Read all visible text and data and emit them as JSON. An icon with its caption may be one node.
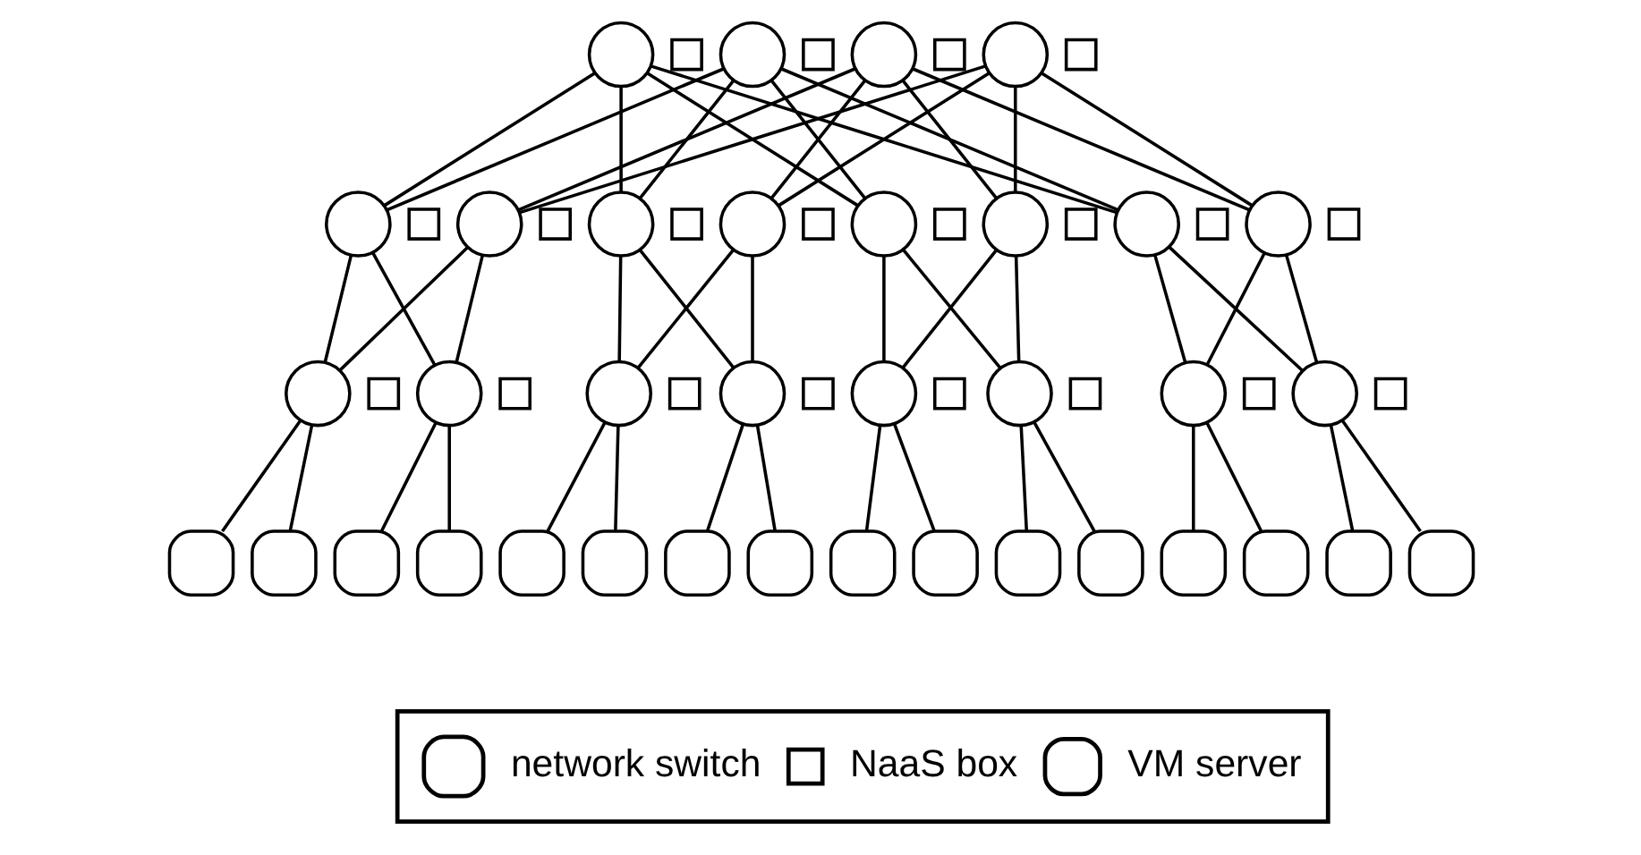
{
  "diagram": {
    "nodes": [
      {
        "text": [],
        "shape": "circle"
      },
      {
        "text": [],
        "shape": "square"
      },
      {
        "text": [],
        "shape": "circle"
      },
      {
        "text": [],
        "shape": "square"
      },
      {
        "text": [],
        "shape": "circle"
      },
      {
        "text": [],
        "shape": "square"
      },
      {
        "text": [],
        "shape": "circle"
      },
      {
        "text": [],
        "shape": "square"
      },
      {
        "text": [],
        "shape": "circle"
      },
      {
        "text": [],
        "shape": "square"
      },
      {
        "text": [],
        "shape": "circle"
      },
      {
        "text": [],
        "shape": "square"
      },
      {
        "text": [],
        "shape": "circle"
      },
      {
        "text": [],
        "shape": "square"
      },
      {
        "text": [],
        "shape": "circle"
      },
      {
        "text": [],
        "shape": "square"
      },
      {
        "text": [],
        "shape": "circle"
      },
      {
        "text": [],
        "shape": "square"
      },
      {
        "text": [],
        "shape": "circle"
      },
      {
        "text": [],
        "shape": "square"
      },
      {
        "text": [],
        "shape": "circle"
      },
      {
        "text": [],
        "shape": "square"
      },
      {
        "text": [],
        "shape": "circle"
      },
      {
        "text": [],
        "shape": "square"
      },
      {
        "text": [],
        "shape": "circle"
      },
      {
        "text": [],
        "shape": "square"
      },
      {
        "text": [],
        "shape": "circle"
      },
      {
        "text": [],
        "shape": "square"
      },
      {
        "text": [],
        "shape": "circle"
      },
      {
        "text": [],
        "shape": "square"
      },
      {
        "text": [],
        "shape": "circle"
      },
      {
        "text": [],
        "shape": "square"
      },
      {
        "text": [],
        "shape": "circle"
      },
      {
        "text": [],
        "shape": "square"
      },
      {
        "text": [],
        "shape": "circle"
      },
      {
        "text": [],
        "shape": "square"
      },
      {
        "text": [],
        "shape": "circle"
      },
      {
        "text": [],
        "shape": "square"
      },
      {
        "text": [],
        "shape": "circle"
      },
      {
        "text": [],
        "shape": "square"
      },
      {
        "text": [],
        "shape": "box"
      },
      {
        "text": [],
        "shape": "box"
      },
      {
        "text": [],
        "shape": "box"
      },
      {
        "text": [],
        "shape": "box"
      },
      {
        "text": [],
        "shape": "box"
      },
      {
        "text": [],
        "shape": "box"
      },
      {
        "text": [],
        "shape": "box"
      },
      {
        "text": [],
        "shape": "box"
      },
      {
        "text": [],
        "shape": "box"
      },
      {
        "text": [],
        "shape": "box"
      },
      {
        "text": [],
        "shape": "box"
      },
      {
        "text": [],
        "shape": "box"
      },
      {
        "text": [],
        "shape": "box"
      },
      {
        "text": [],
        "shape": "box"
      },
      {
        "text": [],
        "shape": "box"
      },
      {
        "text": [],
        "shape": "box"
      }
    ],
    "edges": [
      {
        "from": 0,
        "to": 8,
        "arrow": "none"
      },
      {
        "from": 0,
        "to": 12,
        "arrow": "none"
      },
      {
        "from": 0,
        "to": 16,
        "arrow": "none"
      },
      {
        "from": 0,
        "to": 20,
        "arrow": "none"
      },
      {
        "from": 2,
        "to": 8,
        "arrow": "none"
      },
      {
        "from": 2,
        "to": 12,
        "arrow": "none"
      },
      {
        "from": 2,
        "to": 16,
        "arrow": "none"
      },
      {
        "from": 2,
        "to": 20,
        "arrow": "none"
      },
      {
        "from": 4,
        "to": 10,
        "arrow": "none"
      },
      {
        "from": 4,
        "to": 14,
        "arrow": "none"
      },
      {
        "from": 4,
        "to": 18,
        "arrow": "none"
      },
      {
        "from": 4,
        "to": 22,
        "arrow": "none"
      },
      {
        "from": 6,
        "to": 10,
        "arrow": "none"
      },
      {
        "from": 6,
        "to": 14,
        "arrow": "none"
      },
      {
        "from": 6,
        "to": 18,
        "arrow": "none"
      },
      {
        "from": 6,
        "to": 22,
        "arrow": "none"
      },
      {
        "from": 8,
        "to": 24,
        "arrow": "none"
      },
      {
        "from": 8,
        "to": 26,
        "arrow": "none"
      },
      {
        "from": 10,
        "to": 24,
        "arrow": "none"
      },
      {
        "from": 10,
        "to": 26,
        "arrow": "none"
      },
      {
        "from": 12,
        "to": 28,
        "arrow": "none"
      },
      {
        "from": 12,
        "to": 30,
        "arrow": "none"
      },
      {
        "from": 14,
        "to": 28,
        "arrow": "none"
      },
      {
        "from": 14,
        "to": 30,
        "arrow": "none"
      },
      {
        "from": 16,
        "to": 32,
        "arrow": "none"
      },
      {
        "from": 16,
        "to": 34,
        "arrow": "none"
      },
      {
        "from": 18,
        "to": 32,
        "arrow": "none"
      },
      {
        "from": 18,
        "to": 34,
        "arrow": "none"
      },
      {
        "from": 20,
        "to": 36,
        "arrow": "none"
      },
      {
        "from": 20,
        "to": 38,
        "arrow": "none"
      },
      {
        "from": 22,
        "to": 36,
        "arrow": "none"
      },
      {
        "from": 22,
        "to": 38,
        "arrow": "none"
      },
      {
        "from": 24,
        "to": 40,
        "arrow": "none"
      },
      {
        "from": 24,
        "to": 41,
        "arrow": "none"
      },
      {
        "from": 26,
        "to": 42,
        "arrow": "none"
      },
      {
        "from": 26,
        "to": 43,
        "arrow": "none"
      },
      {
        "from": 28,
        "to": 44,
        "arrow": "none"
      },
      {
        "from": 28,
        "to": 45,
        "arrow": "none"
      },
      {
        "from": 30,
        "to": 46,
        "arrow": "none"
      },
      {
        "from": 30,
        "to": 47,
        "arrow": "none"
      },
      {
        "from": 32,
        "to": 48,
        "arrow": "none"
      },
      {
        "from": 32,
        "to": 49,
        "arrow": "none"
      },
      {
        "from": 34,
        "to": 50,
        "arrow": "none"
      },
      {
        "from": 34,
        "to": 51,
        "arrow": "none"
      },
      {
        "from": 36,
        "to": 52,
        "arrow": "none"
      },
      {
        "from": 36,
        "to": 53,
        "arrow": "none"
      },
      {
        "from": 38,
        "to": 54,
        "arrow": "none"
      },
      {
        "from": 38,
        "to": 55,
        "arrow": "none"
      }
    ],
    "legend": [
      {
        "text": "network switch"
      },
      {
        "text": "NaaS box"
      },
      {
        "text": "VM server"
      }
    ]
  }
}
